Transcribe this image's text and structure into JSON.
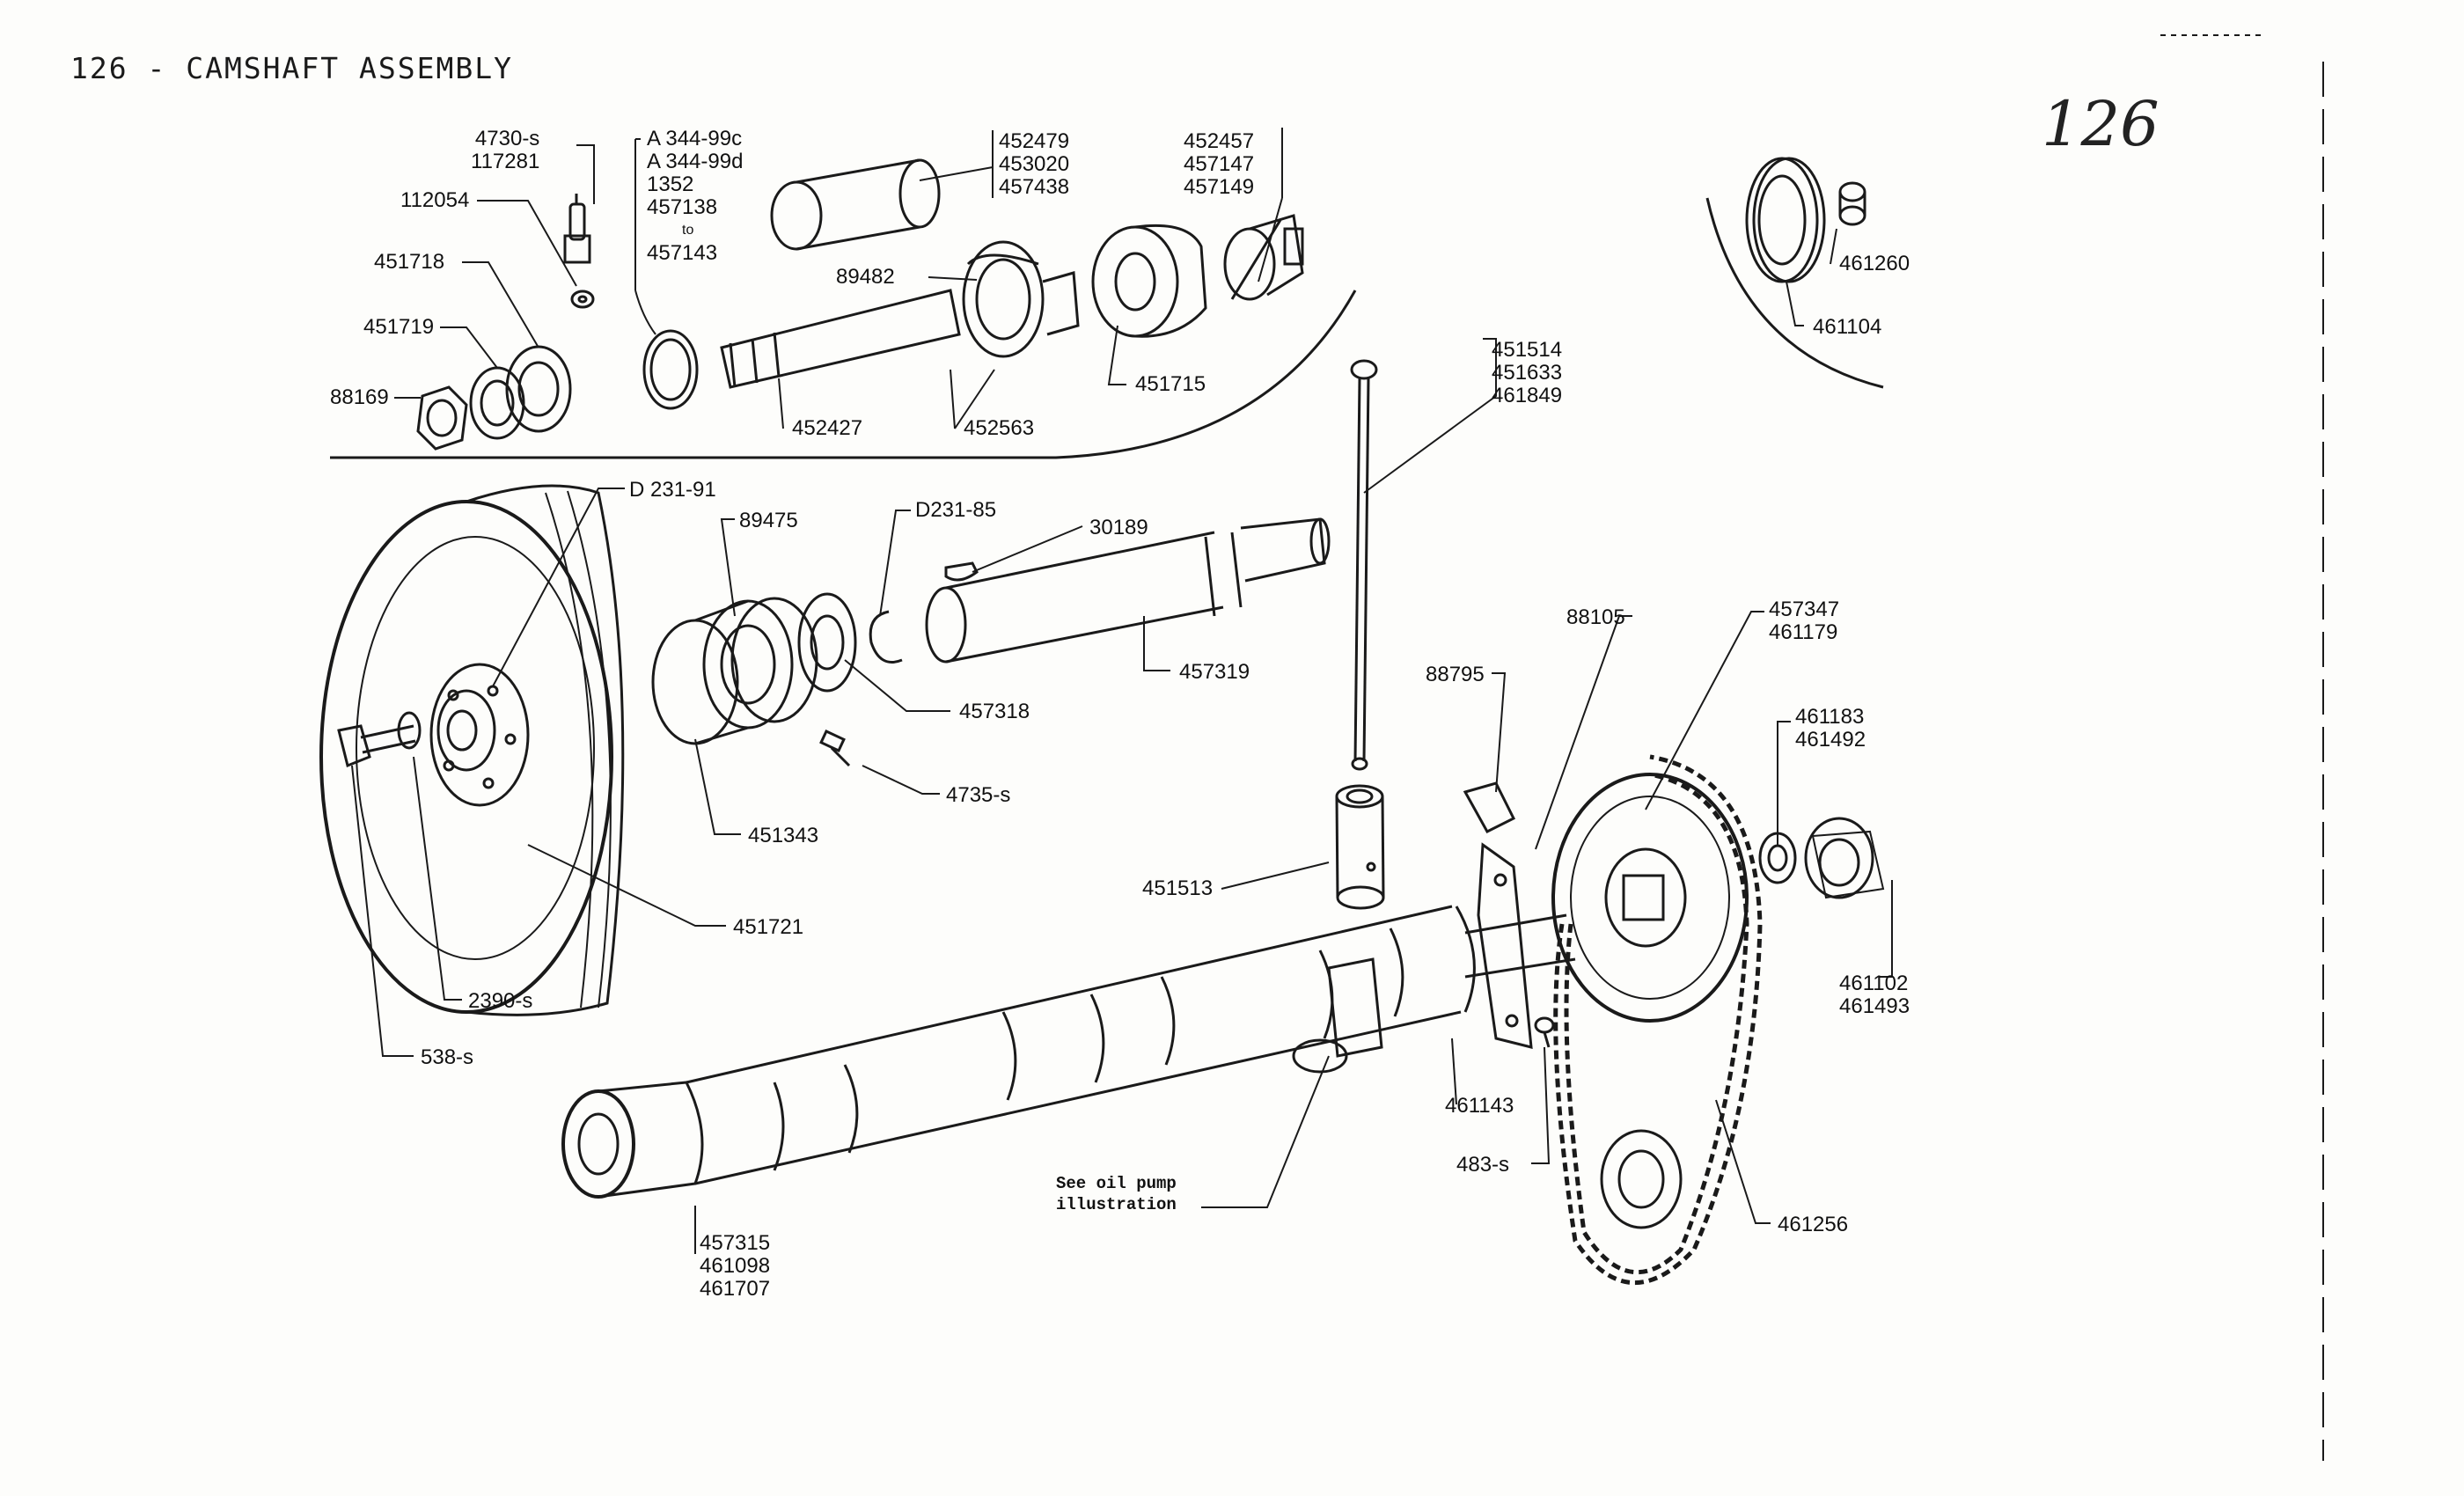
{
  "header": {
    "title": "126 - CAMSHAFT ASSEMBLY",
    "page_number": "126"
  },
  "parts": {
    "p4730": "4730-s",
    "p117281": "117281",
    "p112054": "112054",
    "p451718": "451718",
    "p451719": "451719",
    "p88169": "88169",
    "pA344c": "A 344-99c",
    "pA344d": "A 344-99d",
    "p1352": "1352",
    "p457138": "457138",
    "pto": "to",
    "p457143": "457143",
    "p452479": "452479",
    "p453020": "453020",
    "p457438": "457438",
    "p89482": "89482",
    "p452427": "452427",
    "p452563": "452563",
    "p452457": "452457",
    "p457147": "457147",
    "p457149": "457149",
    "p451715": "451715",
    "p461260": "461260",
    "p461104": "461104",
    "p451514": "451514",
    "p451633": "451633",
    "p461849": "461849",
    "pD23191": "D 231-91",
    "p89475": "89475",
    "pD23185": "D231-85",
    "p30189": "30189",
    "p457319": "457319",
    "p457318": "457318",
    "p4735": "4735-s",
    "p451343": "451343",
    "p451721": "451721",
    "p2390": "2390-s",
    "p538": "538-s",
    "p88105": "88105",
    "p88795": "88795",
    "p457347": "457347",
    "p461179": "461179",
    "p461183": "461183",
    "p461492": "461492",
    "p451513": "451513",
    "p461102": "461102",
    "p461493": "461493",
    "p461143": "461143",
    "p483": "483-s",
    "p461256": "461256",
    "p457315": "457315",
    "p461098": "461098",
    "p461707": "461707"
  },
  "notes": {
    "oil_pump_line1": "See oil pump",
    "oil_pump_line2": "illustration"
  }
}
